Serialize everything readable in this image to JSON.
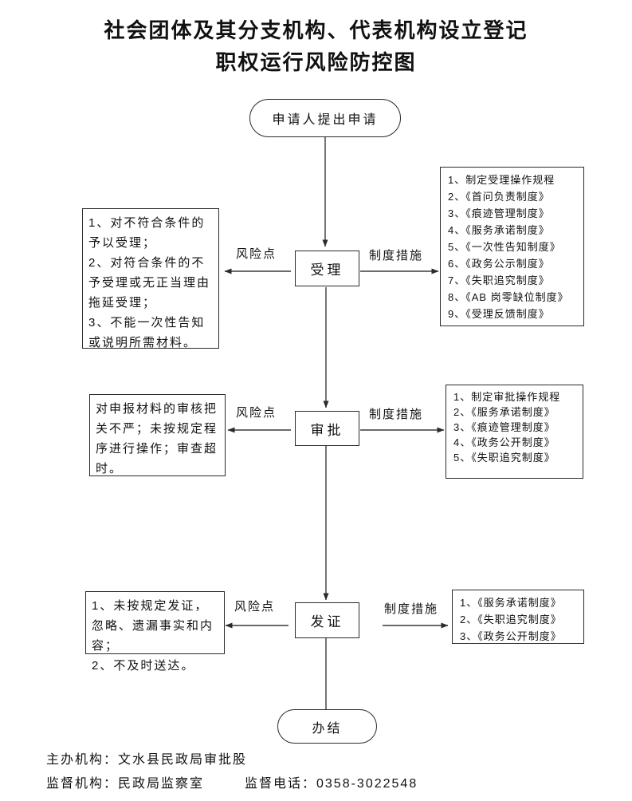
{
  "title": {
    "line1": "社会团体及其分支机构、代表机构设立登记",
    "line2": "职权运行风险防控图"
  },
  "flow": {
    "start_label": "申请人提出申请",
    "end_label": "办结",
    "stages": [
      {
        "name": "受理",
        "risk_label": "风险点",
        "measure_label": "制度措施",
        "risks": [
          "1、对不符合条件的予以受理；",
          "2、对符合条件的不予受理或无正当理由拖延受理；",
          "3、不能一次性告知或说明所需材料。"
        ],
        "measures": [
          "1、制定受理操作规程",
          "2、《首问负责制度》",
          "3、《痕迹管理制度》",
          "4、《服务承诺制度》",
          "5、《一次性告知制度》",
          "6、《政务公示制度》",
          "7、《失职追究制度》",
          "8、《AB 岗零缺位制度》",
          "9、《受理反馈制度》"
        ]
      },
      {
        "name": "审批",
        "risk_label": "风险点",
        "measure_label": "制度措施",
        "risks": [
          "对申报材料的审核把关不严；未按规定程序进行操作；审查超时。"
        ],
        "measures": [
          "1、制定审批操作规程",
          "2、《服务承诺制度》",
          "3、《痕迹管理制度》",
          "4、《政务公开制度》",
          "5、《失职追究制度》"
        ]
      },
      {
        "name": "发证",
        "risk_label": "风险点",
        "measure_label": "制度措施",
        "risks": [
          "1、未按规定发证，忽略、遗漏事实和内容；",
          "2、不及时送达。"
        ],
        "measures": [
          "1、《服务承诺制度》",
          "2、《失职追究制度》",
          "3、《政务公开制度》"
        ]
      }
    ]
  },
  "footer": {
    "host_org": "主办机构：文水县民政局审批股",
    "supervise_org": "监督机构：民政局监察室",
    "supervise_phone": "监督电话：0358-3022548"
  }
}
